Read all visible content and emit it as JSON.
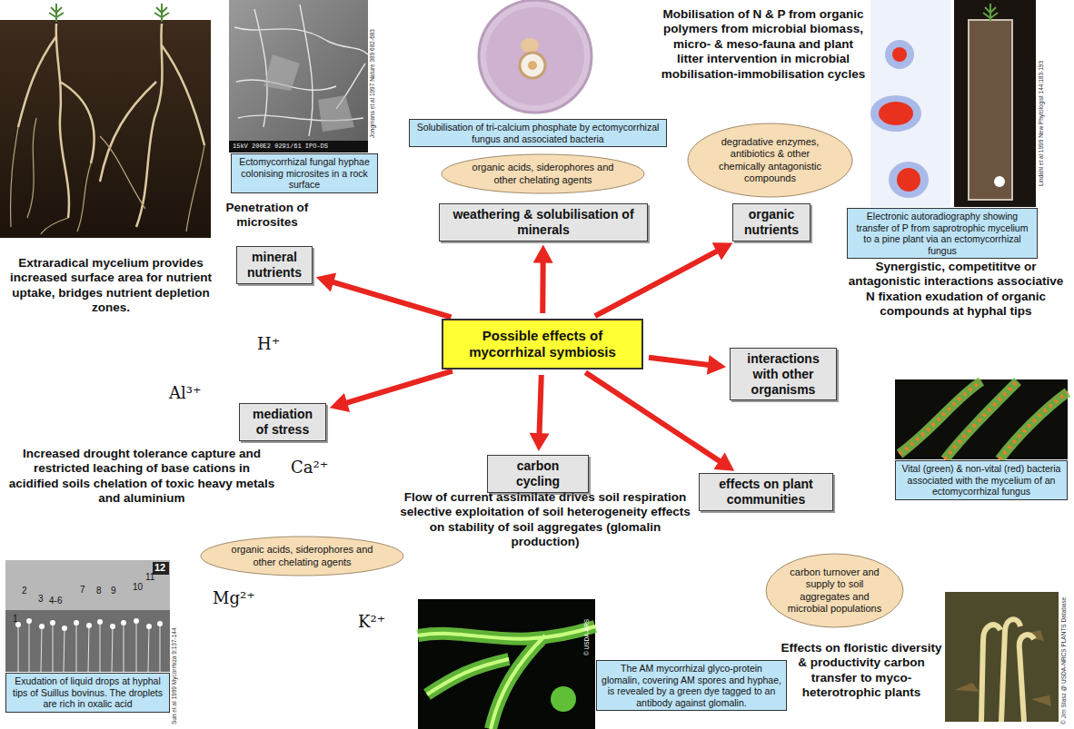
{
  "diagram": {
    "nodes": [
      {
        "text": [
          "Ectomycorrhizal fungal hyphae colonising microsites in a rock surface"
        ]
      },
      {
        "text": [
          "Solubilisation of tri-calcium phosphate by ectomycorrhizal fungus and associated bacteria"
        ]
      },
      {
        "text": [
          "organic acids, siderophores and other chelating agents"
        ]
      },
      {
        "text": [
          "weathering & solubilisation of minerals"
        ]
      },
      {
        "text": [
          "degradative enzymes, antibiotics & other chemically antagonistic compounds"
        ]
      },
      {
        "text": [
          "organic nutrients"
        ]
      },
      {
        "text": [
          "Electronic autoradiography showing transfer of P from saprotrophic mycelium to a pine plant via an ectomycorrhizal fungus"
        ]
      },
      {
        "text": [
          "mineral nutrients"
        ]
      },
      {
        "text": [
          "Possible effects of mycorrhizal symbiosis"
        ]
      },
      {
        "text": [
          "interactions with other organisms"
        ]
      },
      {
        "text": [
          "mediation of stress"
        ]
      },
      {
        "text": [
          "Vital (green) & non-vital (red) bacteria associated with the mycelium of an ectomycorrhizal fungus"
        ]
      },
      {
        "text": [
          "carbon cycling"
        ]
      },
      {
        "text": [
          "effects on plant communities"
        ]
      },
      {
        "text": [
          "organic acids, siderophores and other chelating agents"
        ]
      },
      {
        "text": [
          "carbon turnover and supply to soil aggregates and microbial populations"
        ]
      },
      {
        "text": [
          "The AM mycorrhizal glyco-protein glomalin, covering AM spores and hyphae, is revealed by a green dye tagged to an antibody against glomalin."
        ]
      },
      {
        "text": [
          "Exudation of liquid drops at hyphal tips of Suillus bovinus. The droplets are rich in oxalic acid"
        ]
      }
    ],
    "edges": [
      {
        "from": 8,
        "to": 3,
        "arrow": "to"
      },
      {
        "from": 8,
        "to": 5,
        "arrow": "to"
      },
      {
        "from": 8,
        "to": 9,
        "arrow": "to"
      },
      {
        "from": 8,
        "to": 13,
        "arrow": "to"
      },
      {
        "from": 8,
        "to": 12,
        "arrow": "to"
      },
      {
        "from": 8,
        "to": 10,
        "arrow": "to"
      },
      {
        "from": 8,
        "to": 7,
        "arrow": "to"
      }
    ],
    "labels": [
      "Mobilisation of N & P from organic polymers from microbial biomass, micro- & meso-fauna and plant litter intervention in microbial mobilisation-immobilisation cycles",
      "Jongmans et al 1997 Nature 389 682-683",
      "Lindahl et al 1999 New Phytologist 144:183-193",
      "Penetration of microsites",
      "Extraradical mycelium provides increased surface area for nutrient uptake, bridges nutrient depletion zones.",
      "Synergistic, competititve or antagonistic interactions associative N fixation exudation of organic compounds at hyphal tips",
      "H⁺",
      "Al³⁺",
      "Increased drought tolerance capture and restricted leaching of base cations in acidified soils chelation of toxic heavy metals and aluminium",
      "Ca²⁺",
      "Flow of current assimilate drives soil respiration selective exploitation of soil heterogeneity effects on stability of soil aggregates (glomalin production)",
      "Mg²⁺",
      "K²⁺",
      "Effects on floristic diversity & productivity carbon transfer to myco-heterotrophic plants",
      "© USDA-ARS",
      "© Jim Stasz @ USDA-NRCS PLANTS Database",
      "Sun et al 1999 Mycorrhiza 9:137-144",
      "1",
      "2",
      "3",
      "4-6",
      "7",
      "8",
      "9",
      "10",
      "11",
      "12",
      "15kV 200E2 0291/61 IPO-DS"
    ]
  }
}
